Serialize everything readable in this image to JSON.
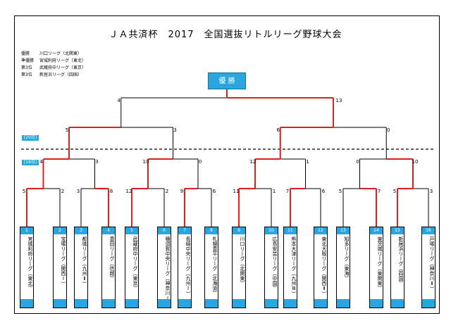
{
  "title": "ＪＡ共済杯　2017　全国選抜リトルリーグ野球大会",
  "results": [
    {
      "key": "優勝",
      "value": "川口リーグ（北関東）"
    },
    {
      "key": "準優勝",
      "value": "宮城利府リーグ（東北）"
    },
    {
      "key": "第3位",
      "value": "武蔵府中リーグ（東京）"
    },
    {
      "key": "第3位",
      "value": "新居浜リーグ（四国）"
    }
  ],
  "champion_label": "優 勝",
  "day_labels": {
    "day20": "[20日]",
    "day19": "[19日]"
  },
  "teams": [
    {
      "num": "1",
      "name": "宮城利府リーグ（東北）"
    },
    {
      "num": "2",
      "name": "宝塚リーグ（関西Ⅰ）"
    },
    {
      "num": "3",
      "name": "都城リーグ（九州Ⅱ）"
    },
    {
      "num": "4",
      "name": "豊田リーグ（信越）"
    },
    {
      "num": "5",
      "name": "武蔵府中リーグ（東京）"
    },
    {
      "num": "6",
      "name": "横須賀中央リーグ（神奈川Ⅰ）"
    },
    {
      "num": "7",
      "name": "長崎中央リーグ（九州Ⅰ）"
    },
    {
      "num": "8",
      "name": "札幌豊平リーグ（北海道）"
    },
    {
      "num": "9",
      "name": "川口リーグ（北関東）"
    },
    {
      "num": "10",
      "name": "広島安芸リーグ（中国）"
    },
    {
      "num": "11",
      "name": "熊本大津リーグ（九州Ⅲ）"
    },
    {
      "num": "12",
      "name": "東北大阪リーグ（関西Ⅱ）"
    },
    {
      "num": "13",
      "name": "知多リーグ（東海）"
    },
    {
      "num": "14",
      "name": "東茨城リーグ（東関東）"
    },
    {
      "num": "15",
      "name": "新居浜リーグ（四国）"
    },
    {
      "num": "16",
      "name": "戸塚リーグ（神奈川Ⅱ）"
    }
  ],
  "scores": {
    "r1": [
      "5",
      "2",
      "3",
      "8",
      "12",
      "2",
      "9",
      "6",
      "11",
      "1",
      "7",
      "6",
      "5",
      "7",
      "5",
      "3"
    ],
    "r2": [
      "4",
      "3",
      "10",
      "0",
      "12",
      "1",
      "0",
      "10"
    ],
    "qf": [
      "5",
      "3",
      "6",
      "0"
    ],
    "sf": [
      "4",
      "13"
    ]
  },
  "colors": {
    "win": "#e02020",
    "line": "#000000",
    "accent": "#29a6dd"
  }
}
